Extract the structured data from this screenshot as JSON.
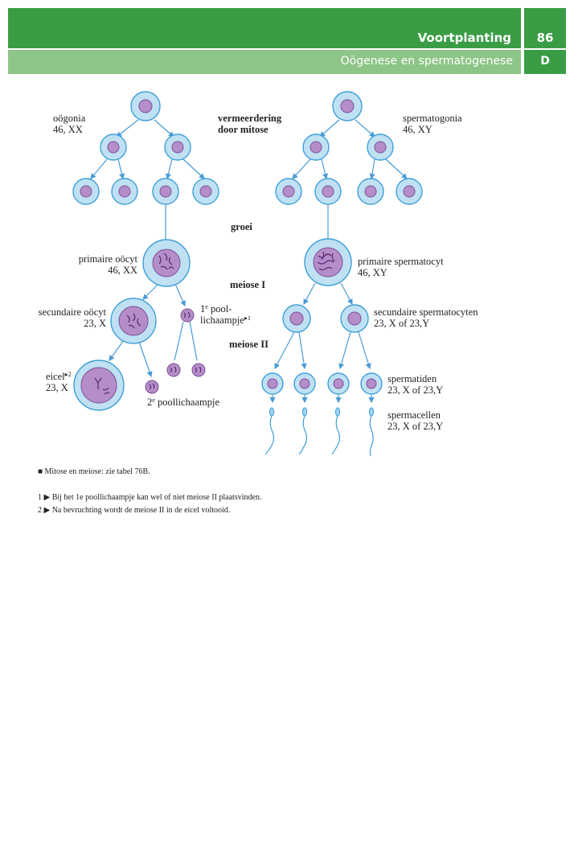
{
  "header": {
    "title": "Voortplanting",
    "page_number": "86",
    "subtitle": "Oögenese en spermatogenese",
    "section_letter": "D"
  },
  "diagram": {
    "oogonia": {
      "name": "oögonia",
      "karyotype": "46, XX"
    },
    "mitosis_label": {
      "line1": "vermeerdering",
      "line2": "door mitose"
    },
    "spermatogonia": {
      "name": "spermatogonia",
      "karyotype": "46, XY"
    },
    "growth_label": "groei",
    "primary_oocyte": {
      "name": "primaire oöcyt",
      "karyotype": "46, XX"
    },
    "meiosis1_label": "meiose I",
    "primary_spermatocyte": {
      "name": "primaire spermatocyt",
      "karyotype": "46, XY"
    },
    "secondary_oocyte": {
      "name": "secundaire oöcyt",
      "karyotype": "23, X"
    },
    "first_polar_body": {
      "line1_prefix": "1",
      "line1_sup": "e",
      "line1_suffix": " pool-",
      "line2": "lichaampje",
      "note_ref": "▸1"
    },
    "secondary_spermatocytes": {
      "name": "secundaire spermatocyten",
      "karyotype": "23, X of 23,Y"
    },
    "meiosis2_label": "meiose II",
    "egg": {
      "name": "eicel",
      "note_ref": "▸2",
      "karyotype": "23, X"
    },
    "second_polar_body": {
      "prefix": "2",
      "sup": "e",
      "suffix": " poollichaampje"
    },
    "spermatids": {
      "name": "spermatiden",
      "karyotype": "23, X of 23,Y"
    },
    "sperm_cells": {
      "name": "spermacellen",
      "karyotype": "23, X of 23,Y"
    }
  },
  "notes": {
    "reference": "■ Mitose en meiose: zie tabel 76B.",
    "note1": "1 ▶ Bij het 1e poollichaampje kan wel of niet meiose II plaatsvinden.",
    "note2": "2 ▶ Na bevruchting wordt de meiose II in de eicel voltooid."
  },
  "colors": {
    "header_dark": "#3a9d45",
    "header_light": "#8dc586",
    "cell_cytoplasm": "#bfe1f3",
    "cell_membrane": "#3e9fd8",
    "nucleus": "#b58ec9"
  }
}
